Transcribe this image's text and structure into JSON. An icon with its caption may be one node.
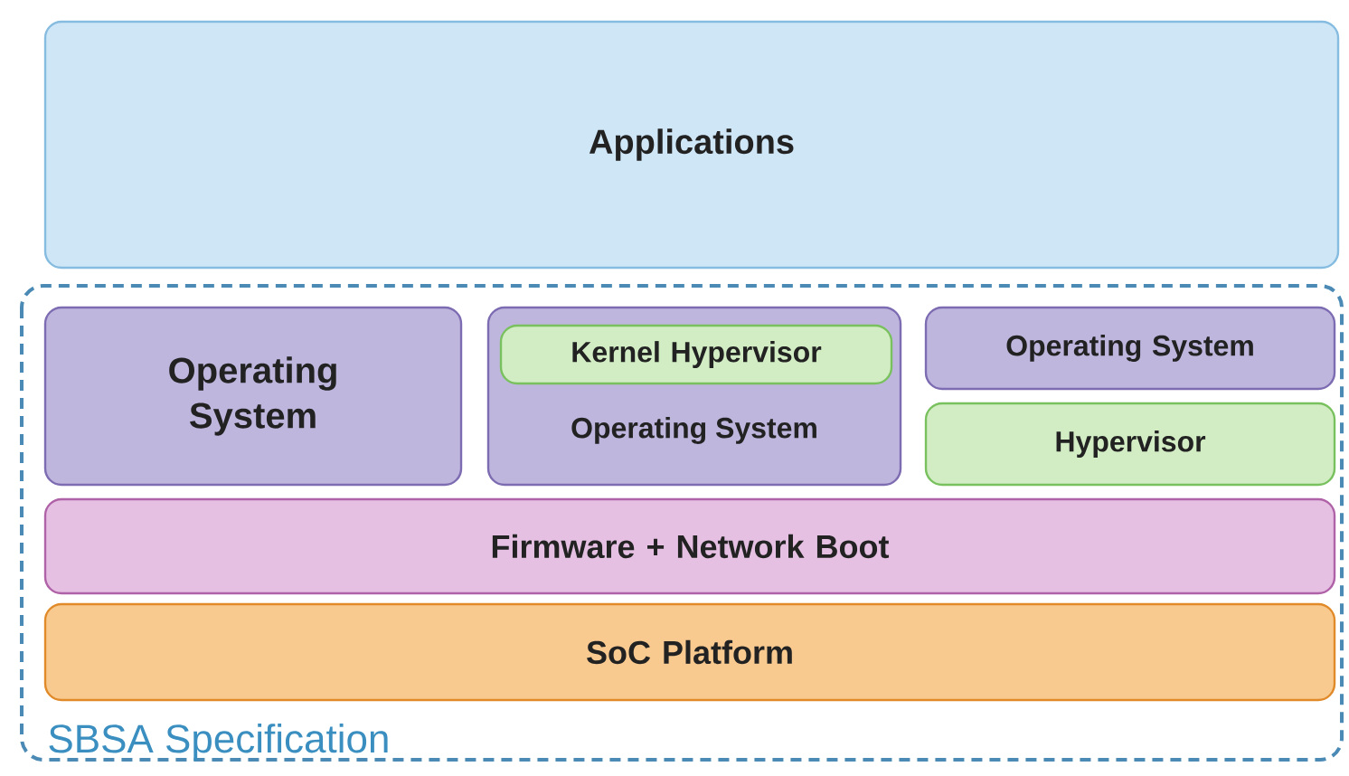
{
  "diagram": {
    "nodes": [
      {
        "text": [
          "Applications"
        ]
      },
      {
        "text": [
          "SBSA Specification"
        ]
      },
      {
        "text": [
          "Operating System"
        ],
        "in": 1
      },
      {
        "text": [
          "Operating System"
        ],
        "in": 1
      },
      {
        "text": [
          "Kernel Hypervisor"
        ],
        "in": 3
      },
      {
        "text": [
          "Operating System"
        ],
        "in": 1
      },
      {
        "text": [
          "Hypervisor"
        ],
        "in": 1
      },
      {
        "text": [
          "Firmware + Network Boot"
        ],
        "in": 1
      },
      {
        "text": [
          "SoC Platform"
        ],
        "in": 1
      }
    ]
  }
}
